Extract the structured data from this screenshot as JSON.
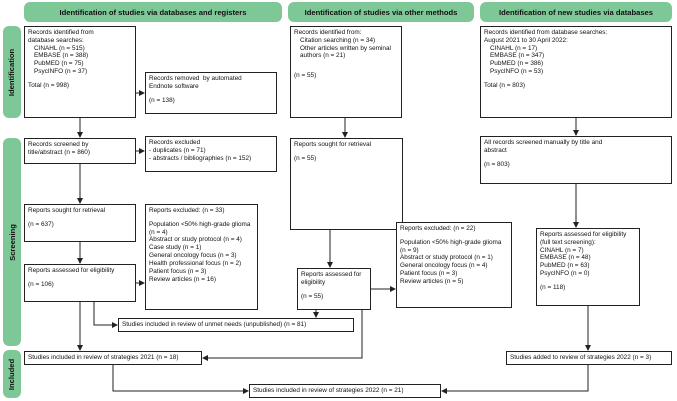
{
  "headers": {
    "col1": "Identification of studies via databases and registers",
    "col2": "Identification of studies via other methods",
    "col3": "Identification of new studies via databases"
  },
  "stages": {
    "identification": "Identification",
    "screening": "Screening",
    "included": "Included"
  },
  "col1": {
    "records": {
      "intro": [
        "Records identified from",
        "database searches:"
      ],
      "items": [
        "CINAHL (n = 515)",
        "EMBASE (n = 388)",
        "PubMED (n = 75)",
        "PsycINFO (n = 37)"
      ],
      "total": "Total (n = 998)"
    },
    "removed": {
      "lines": [
        "Records removed  by automated",
        "Endnote software"
      ],
      "count": "(n = 138)"
    },
    "screened": {
      "lines": [
        "Records screened by",
        "title/abstract (n = 860)"
      ]
    },
    "excluded1": {
      "lines": [
        "Records excluded",
        "- duplicates (n = 71)",
        "- abstracts / bibliographies (n = 152)"
      ]
    },
    "sought": {
      "label": "Reports sought for retrieval",
      "count": "(n = 637)"
    },
    "assessed": {
      "label": "Reports assessed for eligibility",
      "count": "(n = 106)"
    },
    "excluded2": {
      "title": "Reports excluded: (n = 33)",
      "items": [
        "Population <50% high-grade glioma",
        "(n = 4)",
        "Abstract or study protocol (n = 4)",
        "Case study (n = 1)",
        "General oncology focus (n = 3)",
        "Health professional focus (n = 2)",
        "Patient focus (n = 3)",
        "Review articles (n = 16)"
      ]
    },
    "unmet": "Studies included in review of unmet needs (unpublished) (n = 81)",
    "included2021": "Studies included in review of strategies 2021 (n = 18)"
  },
  "col2": {
    "identified": {
      "lines": [
        "Records identified from:",
        "Citation searching (n = 34)",
        "Other articles written by seminal",
        "authors (n = 21)"
      ],
      "count": "(n = 55)"
    },
    "sought": {
      "label": "Reports sought for retrieval",
      "count": "(n = 55)"
    },
    "assessed": {
      "lines": [
        "Reports assessed for",
        "eligibility"
      ],
      "count": "(n = 55)"
    },
    "excluded": {
      "title": "Reports excluded: (n = 22)",
      "items": [
        "Population <50% high-grade glioma",
        "(n = 9)",
        "Abstract or study protocol (n = 1)",
        "General oncology focus (n = 4)",
        "Patient focus (n = 3)",
        "Review articles (n = 5)"
      ]
    }
  },
  "col3": {
    "records": {
      "intro": [
        "Records identified from database searches:",
        "August 2021 to 30 April 2022:"
      ],
      "items": [
        "CINAHL (n = 17)",
        "EMBASE (n = 347)",
        "PubMED (n = 386)",
        "PsycINFO (n = 53)"
      ],
      "total": "Total (n = 803)"
    },
    "screened": {
      "lines": [
        "All records screened manually by title and",
        "abstract"
      ],
      "count": "(n = 803)"
    },
    "assessed": {
      "lines": [
        "Reports assessed for eligibility",
        "(full text screening):"
      ],
      "items": [
        "CINAHL (n = 7)",
        "EMBASE (n = 48)",
        "PubMED (n = 63)",
        "PsycINFO (n = 0)"
      ],
      "count": "(n = 118)"
    },
    "added2022": "Studies added to review of strategies 2022 (n = 3)"
  },
  "final": "Studies included in review of strategies 2022 (n = 21)"
}
